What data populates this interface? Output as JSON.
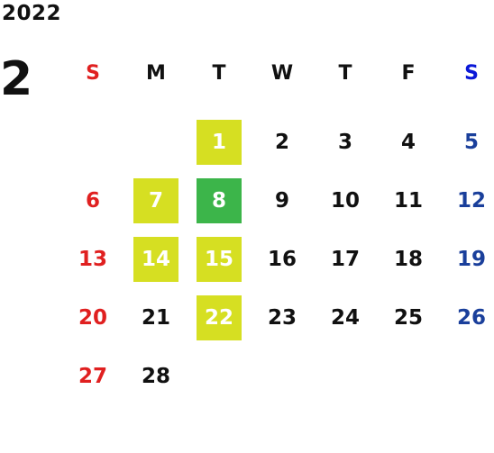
{
  "calendar": {
    "year": "2022",
    "month": "2",
    "weekday_headers": [
      "S",
      "M",
      "T",
      "W",
      "T",
      "F",
      "S"
    ],
    "weeks": [
      [
        "",
        "",
        "1",
        "2",
        "3",
        "4",
        "5"
      ],
      [
        "6",
        "7",
        "8",
        "9",
        "10",
        "11",
        "12"
      ],
      [
        "13",
        "14",
        "15",
        "16",
        "17",
        "18",
        "19"
      ],
      [
        "20",
        "21",
        "22",
        "23",
        "24",
        "25",
        "26"
      ],
      [
        "27",
        "28",
        "",
        "",
        "",
        "",
        ""
      ]
    ],
    "highlighted_dates": [
      "1",
      "7",
      "14",
      "15",
      "22"
    ],
    "selected_date": "8",
    "colors": {
      "sunday": "#e02020",
      "saturday": "#1a3f9b",
      "highlight": "#d6df22",
      "selected": "#3cb54a"
    }
  }
}
